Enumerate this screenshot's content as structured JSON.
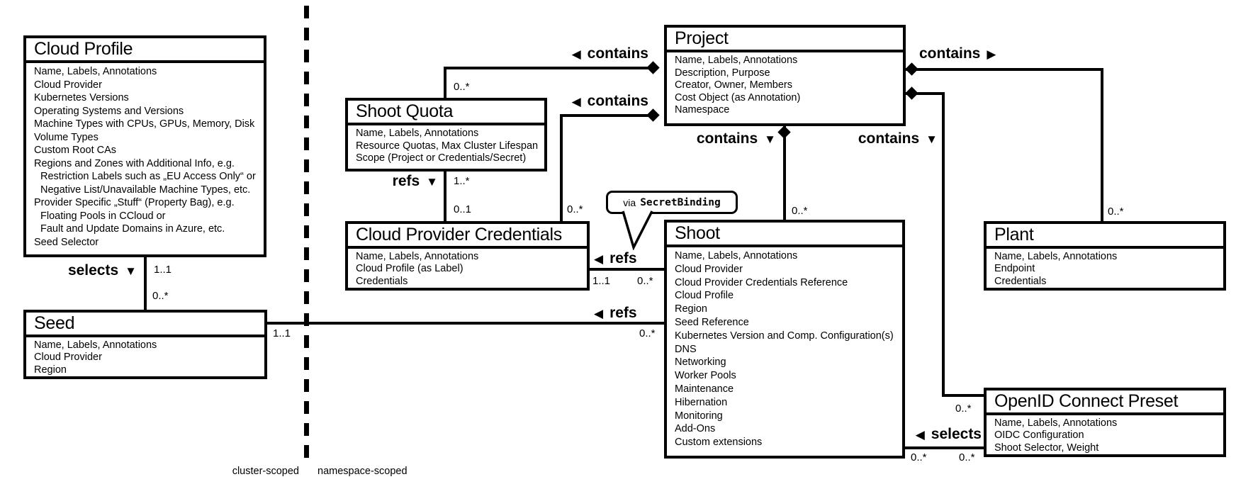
{
  "diagram": {
    "boxes": {
      "cloud_profile": {
        "title": "Cloud Profile",
        "attrs": [
          "Name, Labels, Annotations",
          "Cloud Provider",
          "Kubernetes Versions",
          "Operating Systems and Versions",
          "Machine Types with CPUs, GPUs, Memory, Disk",
          "Volume Types",
          "Custom Root CAs",
          "Regions and Zones with Additional Info, e.g.",
          "Restriction Labels such as „EU Access Only“ or",
          "Negative List/Unavailable Machine Types, etc.",
          "Provider Specific „Stuff“ (Property Bag), e.g.",
          "Floating Pools in CCloud or",
          "Fault and Update Domains in Azure, etc.",
          "Seed Selector"
        ]
      },
      "seed": {
        "title": "Seed",
        "attrs": [
          "Name, Labels, Annotations",
          "Cloud Provider",
          "Region"
        ]
      },
      "shoot_quota": {
        "title": "Shoot Quota",
        "attrs": [
          "Name, Labels, Annotations",
          "Resource Quotas, Max Cluster Lifespan",
          "Scope (Project or Credentials/Secret)"
        ]
      },
      "cloud_provider_credentials": {
        "title": "Cloud Provider Credentials",
        "attrs": [
          "Name, Labels, Annotations",
          "Cloud Profile (as Label)",
          "Credentials"
        ]
      },
      "project": {
        "title": "Project",
        "attrs": [
          "Name, Labels, Annotations",
          "Description, Purpose",
          "Creator, Owner, Members",
          "Cost Object (as Annotation)",
          "Namespace"
        ]
      },
      "shoot": {
        "title": "Shoot",
        "attrs": [
          "Name, Labels, Annotations",
          "Cloud Provider",
          "Cloud Provider Credentials Reference",
          "Cloud Profile",
          "Region",
          "Seed Reference",
          "Kubernetes Version and Comp. Configuration(s)",
          "DNS",
          "Networking",
          "Worker Pools",
          "Maintenance",
          "Hibernation",
          "Monitoring",
          "Add-Ons",
          "Custom extensions"
        ]
      },
      "plant": {
        "title": "Plant",
        "attrs": [
          "Name, Labels, Annotations",
          "Endpoint",
          "Credentials"
        ]
      },
      "openid_connect_preset": {
        "title": "OpenID Connect Preset",
        "attrs": [
          "Name, Labels, Annotations",
          "OIDC Configuration",
          "Shoot Selector, Weight"
        ]
      }
    },
    "relations": {
      "cloud_profile_selects_seed": {
        "text": "selects",
        "arrow": "▼",
        "near": "1..1",
        "far": "0..*"
      },
      "project_contains_shoot_quota": {
        "arrow": "◀",
        "text": "contains",
        "mult": "0..*"
      },
      "project_contains_credentials": {
        "arrow": "◀",
        "text": "contains",
        "mult": "0..*"
      },
      "project_contains_shoot": {
        "text": "contains",
        "arrow": "▼",
        "mult": "0..*"
      },
      "project_contains_plant": {
        "text": "contains",
        "arrow": "▶",
        "mult": "0..*"
      },
      "project_contains_openid": {
        "text": "contains",
        "arrow": "▼",
        "mult": "0..*"
      },
      "shoot_quota_refs_credentials": {
        "text": "refs",
        "arrow": "▼",
        "near": "1..*",
        "far": "0..1"
      },
      "shoot_refs_credentials": {
        "arrow": "◀",
        "text": "refs",
        "near": "1..1",
        "far": "0..*"
      },
      "shoot_refs_seed": {
        "arrow": "◀",
        "text": "refs",
        "near": "1..1",
        "far": "0..*"
      },
      "openid_selects_shoot": {
        "arrow": "◀",
        "text": "selects",
        "near": "0..*",
        "far": "0..*"
      }
    },
    "callout": {
      "prefix": "via",
      "code": "SecretBinding"
    },
    "scope_labels": {
      "left": "cluster-scoped",
      "right": "namespace-scoped"
    }
  }
}
